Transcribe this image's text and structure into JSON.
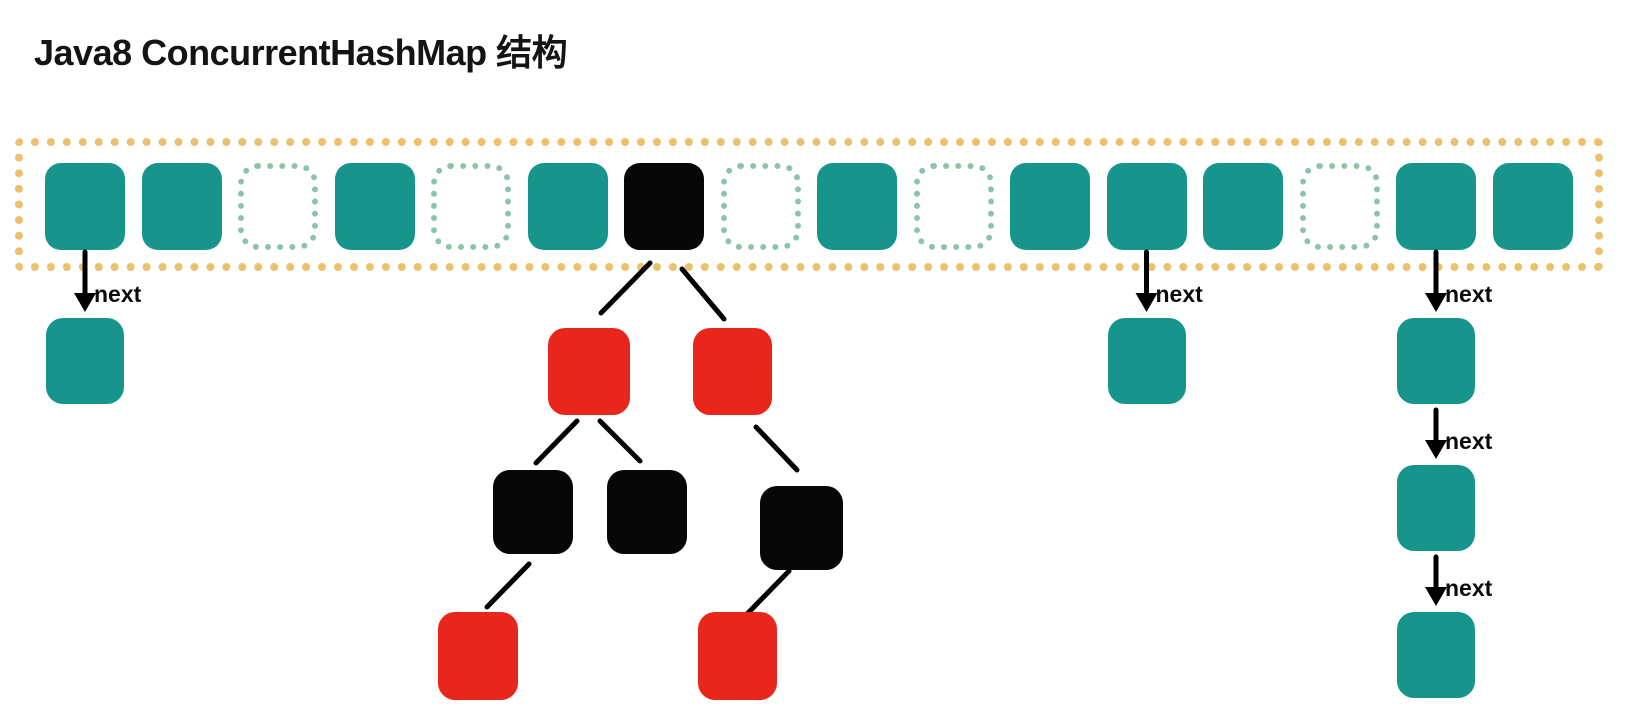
{
  "title": "Java8 ConcurrentHashMap 结构",
  "arrow_label": "next",
  "colors": {
    "teal": "#17958D",
    "red": "#E9261B",
    "node_black": "#070707",
    "empty_outline": "#8CC4A9",
    "array_outline": "#EDC06E",
    "line": "#000000"
  },
  "array": {
    "bucket_count": 16,
    "buckets": [
      "teal",
      "teal",
      "empty",
      "teal",
      "empty",
      "teal",
      "black",
      "empty",
      "teal",
      "empty",
      "teal",
      "teal",
      "teal",
      "empty",
      "teal",
      "teal"
    ]
  },
  "chains": [
    {
      "bucket_index": 0,
      "nodes": [
        {
          "color": "teal"
        }
      ]
    },
    {
      "bucket_index": 11,
      "nodes": [
        {
          "color": "teal"
        }
      ]
    },
    {
      "bucket_index": 14,
      "nodes": [
        {
          "color": "teal"
        },
        {
          "color": "teal"
        },
        {
          "color": "teal"
        }
      ]
    }
  ],
  "tree": {
    "root_bucket_index": 6,
    "nodes": [
      {
        "id": "r1",
        "color": "red"
      },
      {
        "id": "r2",
        "color": "red"
      },
      {
        "id": "b1",
        "color": "black"
      },
      {
        "id": "b2",
        "color": "black"
      },
      {
        "id": "b3",
        "color": "black"
      },
      {
        "id": "r3",
        "color": "red"
      },
      {
        "id": "r4",
        "color": "red"
      }
    ]
  }
}
